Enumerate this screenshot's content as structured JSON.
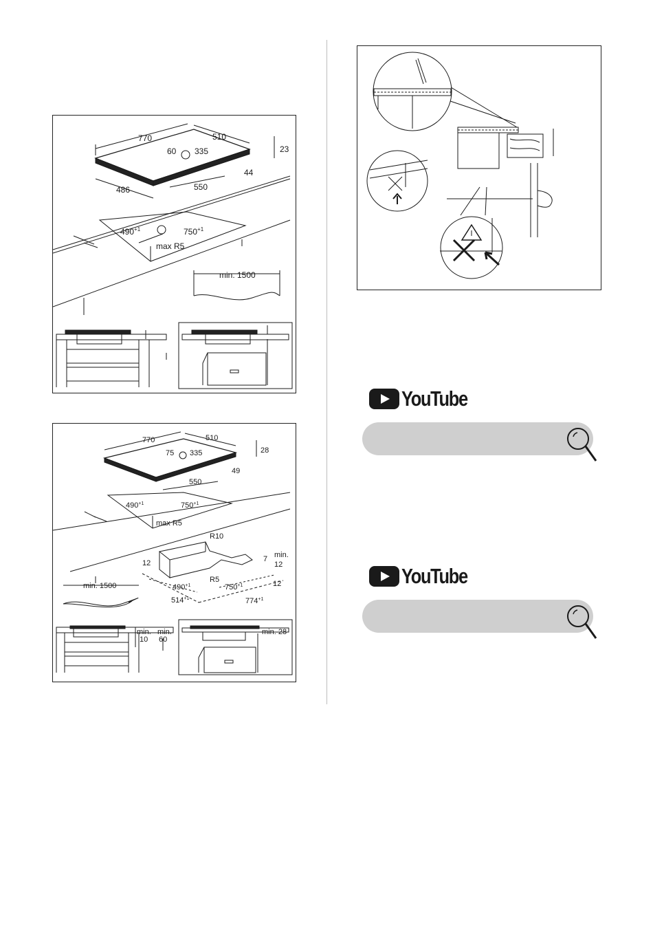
{
  "fig1": {
    "hob_depth": "770",
    "hob_width": "510",
    "frame_top": "23",
    "frame_h": "44",
    "cable_off": "60",
    "cable_w": "335",
    "hob_back": "486",
    "hob_span": "550",
    "cut_depth": "490",
    "cut_depth_tol": "+1",
    "cut_width": "750",
    "cut_width_tol": "+1",
    "radius": "max R5",
    "cable": "min. 1500"
  },
  "fig2": {
    "hob_depth": "770",
    "hob_width": "510",
    "frame_top": "28",
    "frame_h": "49",
    "cable_off": "75",
    "cable_w": "335",
    "hob_span": "550",
    "cut_depth": "490",
    "cut_depth_tol": "+1",
    "cut_width": "750",
    "cut_width_tol": "+1",
    "radius": "max R5",
    "r10": "R10",
    "r5": "R5",
    "min": "min.",
    "seven": "7",
    "twelve": "12",
    "f_depth": "490",
    "f_depth_tol": "+1",
    "f_width": "750",
    "f_width_tol": "+1",
    "o_depth": "514",
    "o_depth_tol": "+1",
    "o_width": "774",
    "o_width_tol": "+1",
    "cable": "min. 1500",
    "min10_a": "min.",
    "min10_b": "10",
    "min60_a": "min.",
    "min60_b": "60",
    "min28": "min. 28"
  },
  "youtube": [
    {
      "label": "YouTube",
      "icon": "play-icon",
      "search_icon": "magnifier-icon"
    },
    {
      "label": "YouTube",
      "icon": "play-icon",
      "search_icon": "magnifier-icon"
    }
  ]
}
